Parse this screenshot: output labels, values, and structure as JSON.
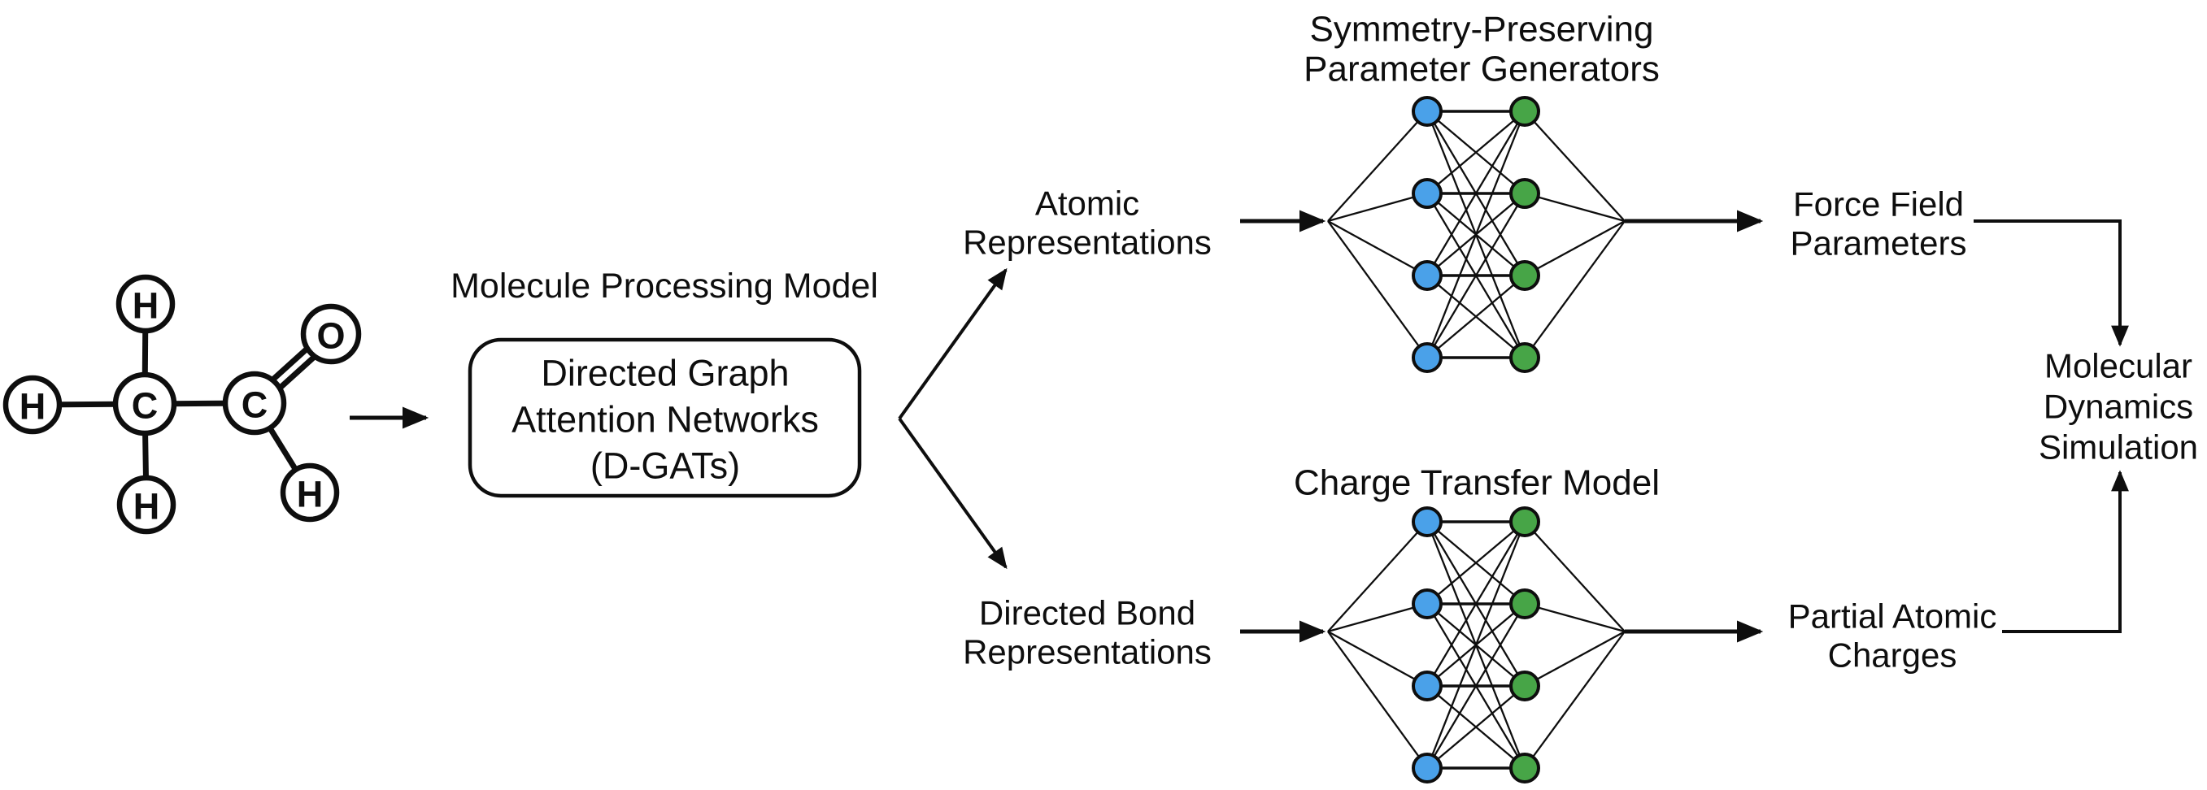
{
  "colors": {
    "node_input": "#4AA1E9",
    "node_output": "#47A547",
    "oxygen_label": "#D93A2B",
    "hydrogen_label": "#A6A6A6",
    "carbon_label": "#111111"
  },
  "molecule": {
    "atoms": {
      "h_top": "H",
      "h_left": "H",
      "c_left": "C",
      "c_right": "C",
      "o": "O",
      "h_bottom": "H",
      "h_right": "H"
    }
  },
  "processing_model": {
    "title": "Molecule Processing Model",
    "box": {
      "line1": "Directed Graph",
      "line2": "Attention Networks",
      "line3": "(D-GATs)"
    }
  },
  "representations": {
    "atomic": {
      "line1": "Atomic",
      "line2": "Representations"
    },
    "directed_bond": {
      "line1": "Directed Bond",
      "line2": "Representations"
    }
  },
  "generators": {
    "top": {
      "title_line1": "Symmetry-Preserving",
      "title_line2": "Parameter Generators"
    },
    "bottom": {
      "title": "Charge Transfer Model"
    }
  },
  "outputs": {
    "force_field": {
      "line1": "Force Field",
      "line2": "Parameters"
    },
    "partial_charges": {
      "line1": "Partial Atomic",
      "line2": "Charges"
    },
    "md_simulation": {
      "line1": "Molecular",
      "line2": "Dynamics",
      "line3": "Simulation"
    }
  }
}
